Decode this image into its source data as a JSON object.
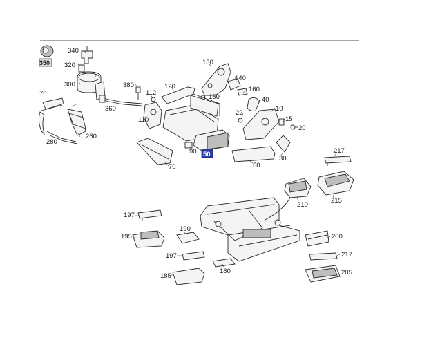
{
  "diagram": {
    "highlighted_callout": "50",
    "colors": {
      "highlight": "#2a3fa0",
      "divider": "#8a8a8a"
    },
    "callouts": {
      "c340": "340",
      "c350": "350",
      "c320": "320",
      "c300": "300",
      "c380": "380",
      "c360": "360",
      "c70_left": "70",
      "c280": "280",
      "c260": "260",
      "c130": "130",
      "c140": "140",
      "c150": "150",
      "c160": "160",
      "c40": "40",
      "c120": "120",
      "c112": "112",
      "c22": "22",
      "c10": "10",
      "c15": "15",
      "c20": "20",
      "c110": "110",
      "c90": "90",
      "c30": "30",
      "c70_bottom": "70",
      "c50": "50",
      "c217_top": "217",
      "c210": "210",
      "c215": "215",
      "c197_top": "197",
      "c195": "195",
      "c190": "190",
      "c200": "200",
      "c197_bottom": "197",
      "c217_bottom": "217",
      "c185": "185",
      "c180": "180",
      "c205": "205"
    }
  }
}
